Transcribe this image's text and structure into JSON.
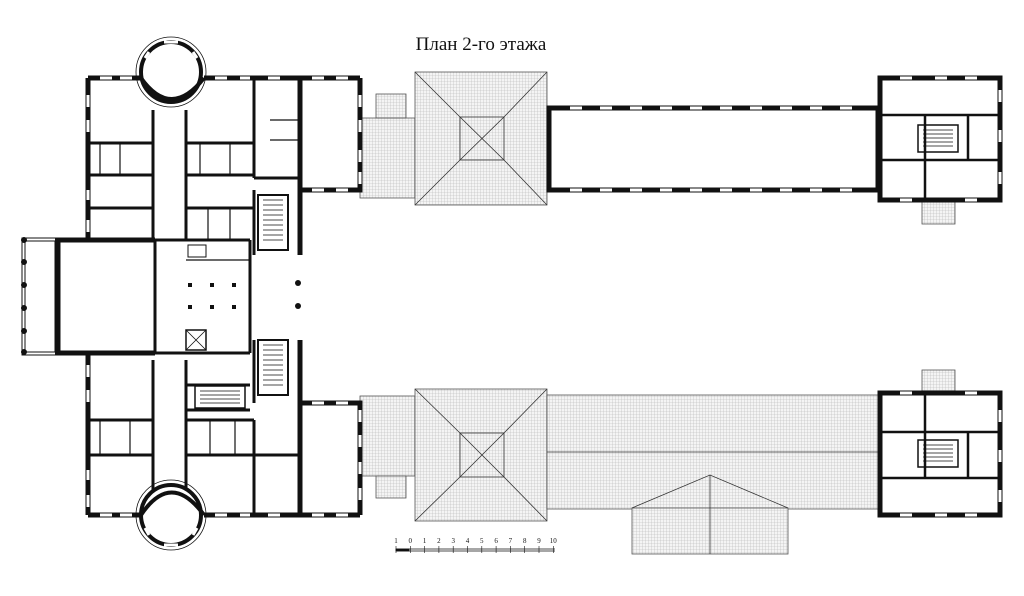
{
  "title": "План 2-го этажа",
  "scale": {
    "labels": [
      "1",
      "0",
      "1",
      "2",
      "3",
      "4",
      "5",
      "6",
      "7",
      "8",
      "9",
      "10"
    ]
  },
  "colors": {
    "wall": "#111111",
    "hatch": "#9a9a9a",
    "roof_fill": "#f1f1f1",
    "background": "#ffffff"
  }
}
